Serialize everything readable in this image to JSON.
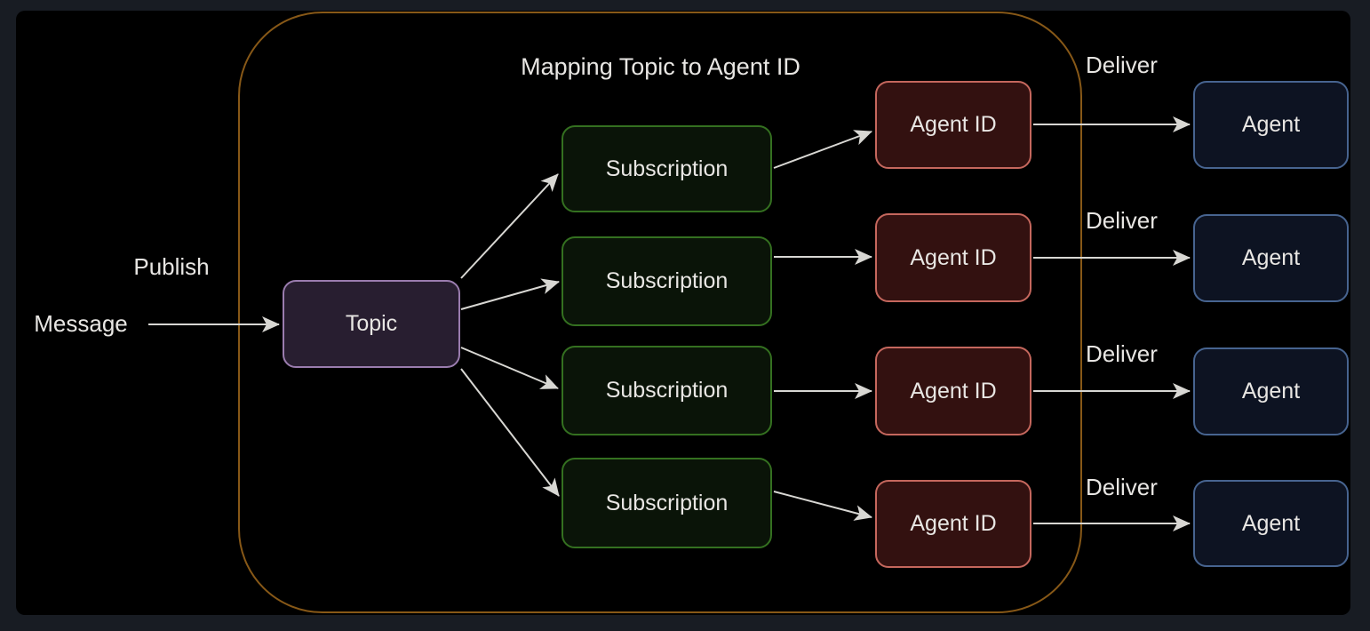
{
  "diagram": {
    "container_title": "Mapping Topic to Agent ID",
    "message": {
      "label": "Message"
    },
    "topic": {
      "label": "Topic"
    },
    "subscriptions": [
      {
        "label": "Subscription"
      },
      {
        "label": "Subscription"
      },
      {
        "label": "Subscription"
      },
      {
        "label": "Subscription"
      }
    ],
    "agent_ids": [
      {
        "label": "Agent ID"
      },
      {
        "label": "Agent ID"
      },
      {
        "label": "Agent ID"
      },
      {
        "label": "Agent ID"
      }
    ],
    "agents": [
      {
        "label": "Agent"
      },
      {
        "label": "Agent"
      },
      {
        "label": "Agent"
      },
      {
        "label": "Agent"
      }
    ],
    "edge_labels": {
      "publish": "Publish",
      "deliver": [
        "Deliver",
        "Deliver",
        "Deliver",
        "Deliver"
      ]
    },
    "colors": {
      "page_background": "#181c23",
      "canvas_background": "#000000",
      "container_border": "#875817",
      "topic_fill": "#281e30",
      "topic_border": "#9a7cae",
      "subscription_fill": "#0a1408",
      "subscription_border": "#347020",
      "agent_id_fill": "#331110",
      "agent_id_border": "#c5675d",
      "agent_fill": "#0d1322",
      "agent_border": "#476490",
      "edge_color": "#d8d7d3",
      "text_color": "#e8e6e3"
    }
  }
}
